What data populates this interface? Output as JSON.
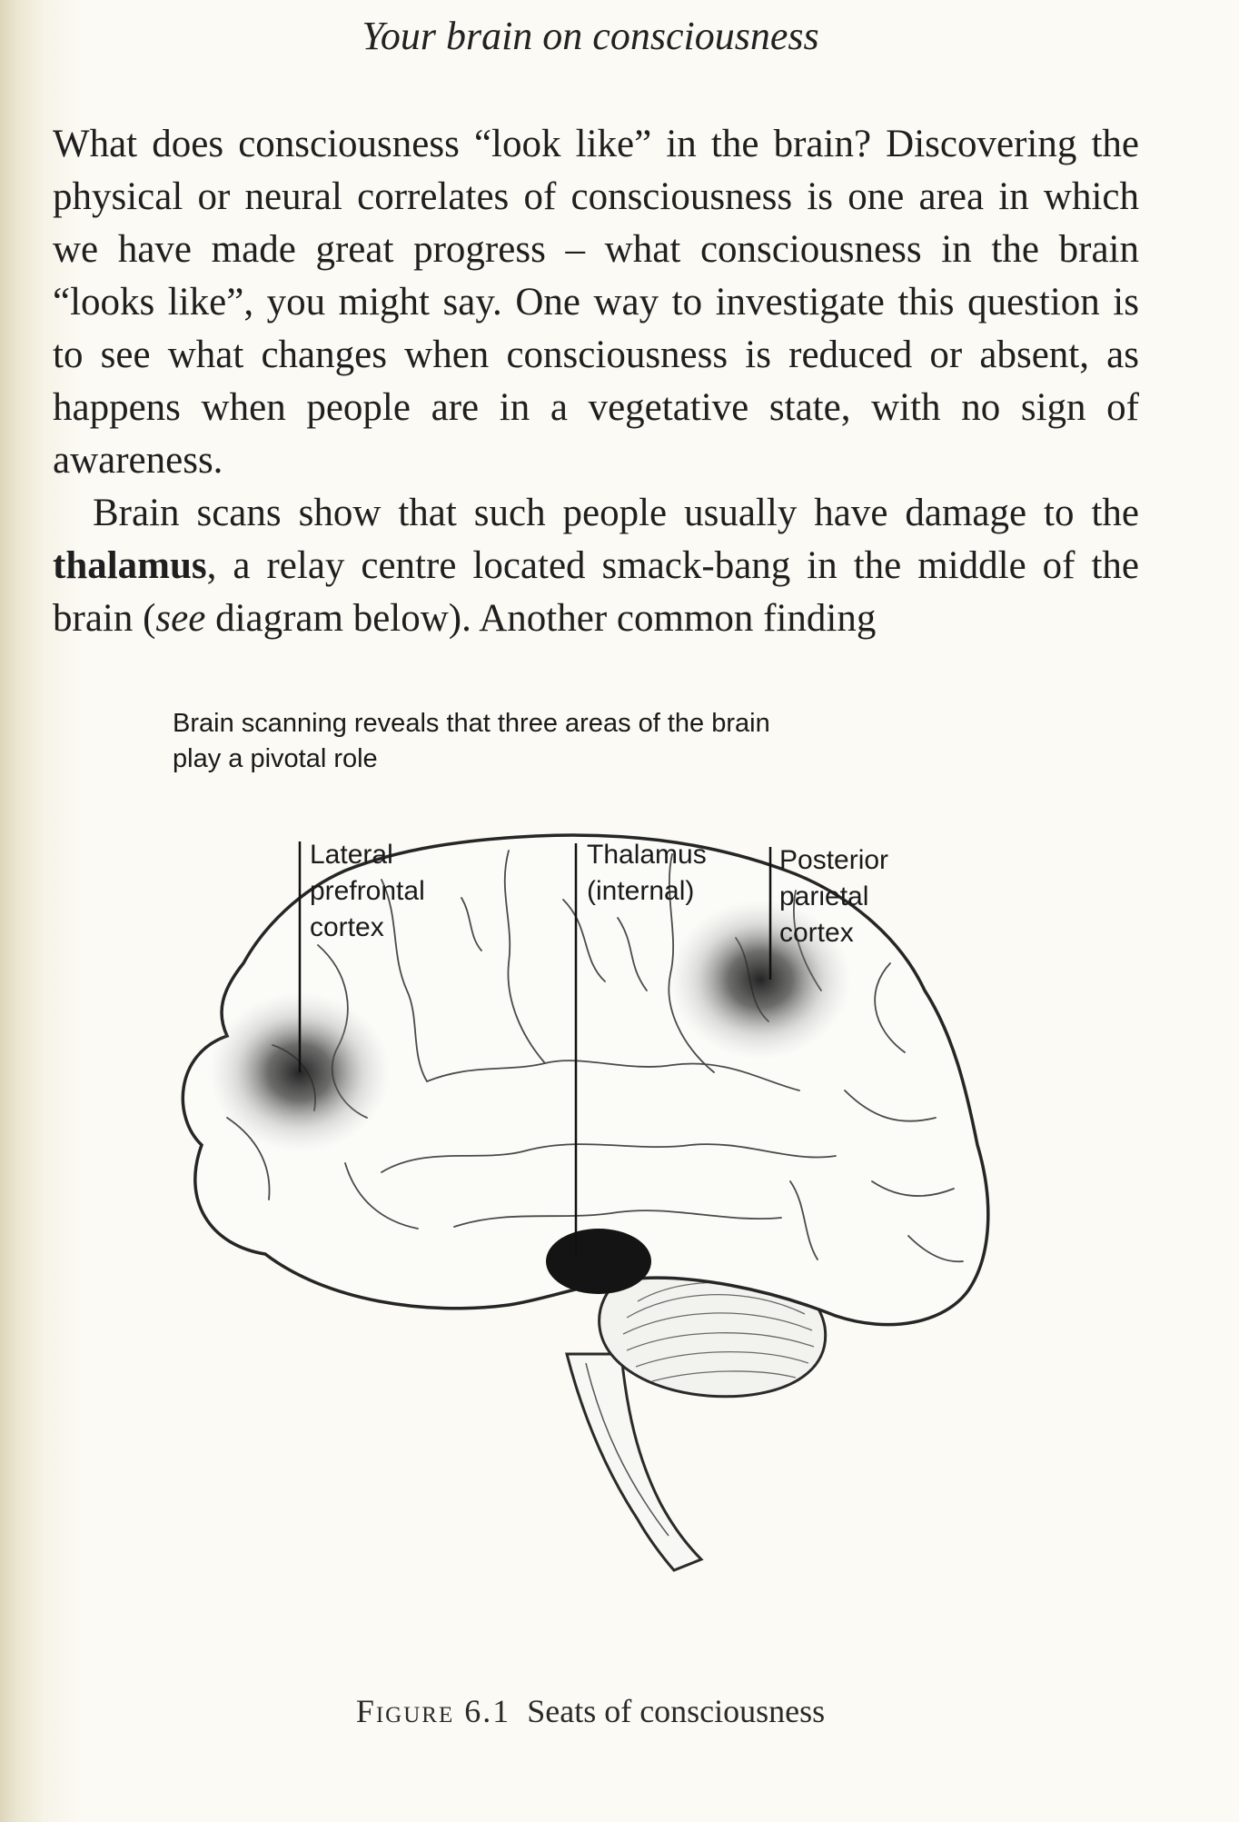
{
  "running_head": "Your brain on consciousness",
  "para1": {
    "text": "What does consciousness “look like” in the brain? Discovering the physical or neural correlates of consciousness is one area in which we have made great progress – what consciousness in the brain “looks like”, you might say. One way to investigate this question is to see what changes when consciousness is reduced or absent, as happens when people are in a vegetative state, with no sign of awareness."
  },
  "para2": {
    "before_bold": "Brain scans show that such people usually have damage to the ",
    "bold": "thalamus",
    "after_bold": ", a relay centre located smack-bang in the middle of the brain (",
    "italic": "see",
    "after_italic": " diagram below). Another common finding"
  },
  "figure": {
    "heading_line1": "Brain scanning reveals that three areas of the brain",
    "heading_line2": "play a pivotal role",
    "labels": {
      "lateral_prefrontal": [
        "Lateral",
        "prefrontal",
        "cortex"
      ],
      "thalamus": [
        "Thalamus",
        "(internal)"
      ],
      "posterior_parietal": [
        "Posterior",
        "parietal",
        "cortex"
      ]
    },
    "caption_label": "Figure 6.1",
    "caption_text": "Seats of consciousness"
  }
}
